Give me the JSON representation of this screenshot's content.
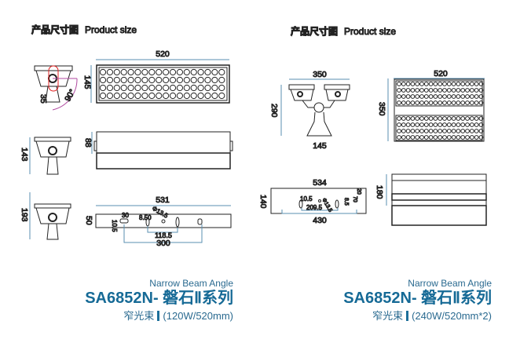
{
  "panels": [
    {
      "title_cn": "产品尺寸图",
      "title_en": "Product size",
      "dims": {
        "width": "520",
        "height": "145",
        "bracket": "35",
        "angle": "90°",
        "depth": "88",
        "side_height": "143",
        "total_height": "193",
        "base_length": "531",
        "base_height": "50",
        "slot_w": "30",
        "slot_h": "10.5",
        "slot_gap": "8.50",
        "hole": "Φ13.5",
        "center_dist": "118.5",
        "mount_dist": "300"
      },
      "caption": {
        "beam": "Narrow Beam Angle",
        "model": "SA6852N- 磐石Ⅱ系列",
        "type_cn": "窄光束",
        "spec": "(120W/520mm)"
      }
    },
    {
      "title_cn": "产品尺寸图",
      "title_en": "Product size",
      "dims": {
        "front_width": "350",
        "height": "290",
        "base_width": "145",
        "width": "520",
        "panel_height": "350",
        "base_length": "534",
        "base_height": "140",
        "mount_dist": "430",
        "slot": "10.5",
        "center_dist": "209.5",
        "hole": "Φ13.5",
        "edge": "20",
        "edge2": "70",
        "small": "8.5",
        "depth": "180"
      },
      "caption": {
        "beam": "Narrow Beam Angle",
        "model": "SA6852N- 磐石Ⅱ系列",
        "type_cn": "窄光束",
        "spec": "(240W/520mm*2)"
      }
    }
  ],
  "colors": {
    "accent": "#1d6f9a",
    "dimension": "#5a8fb0",
    "angle": "#b04aa0",
    "highlight": "#e02020"
  }
}
